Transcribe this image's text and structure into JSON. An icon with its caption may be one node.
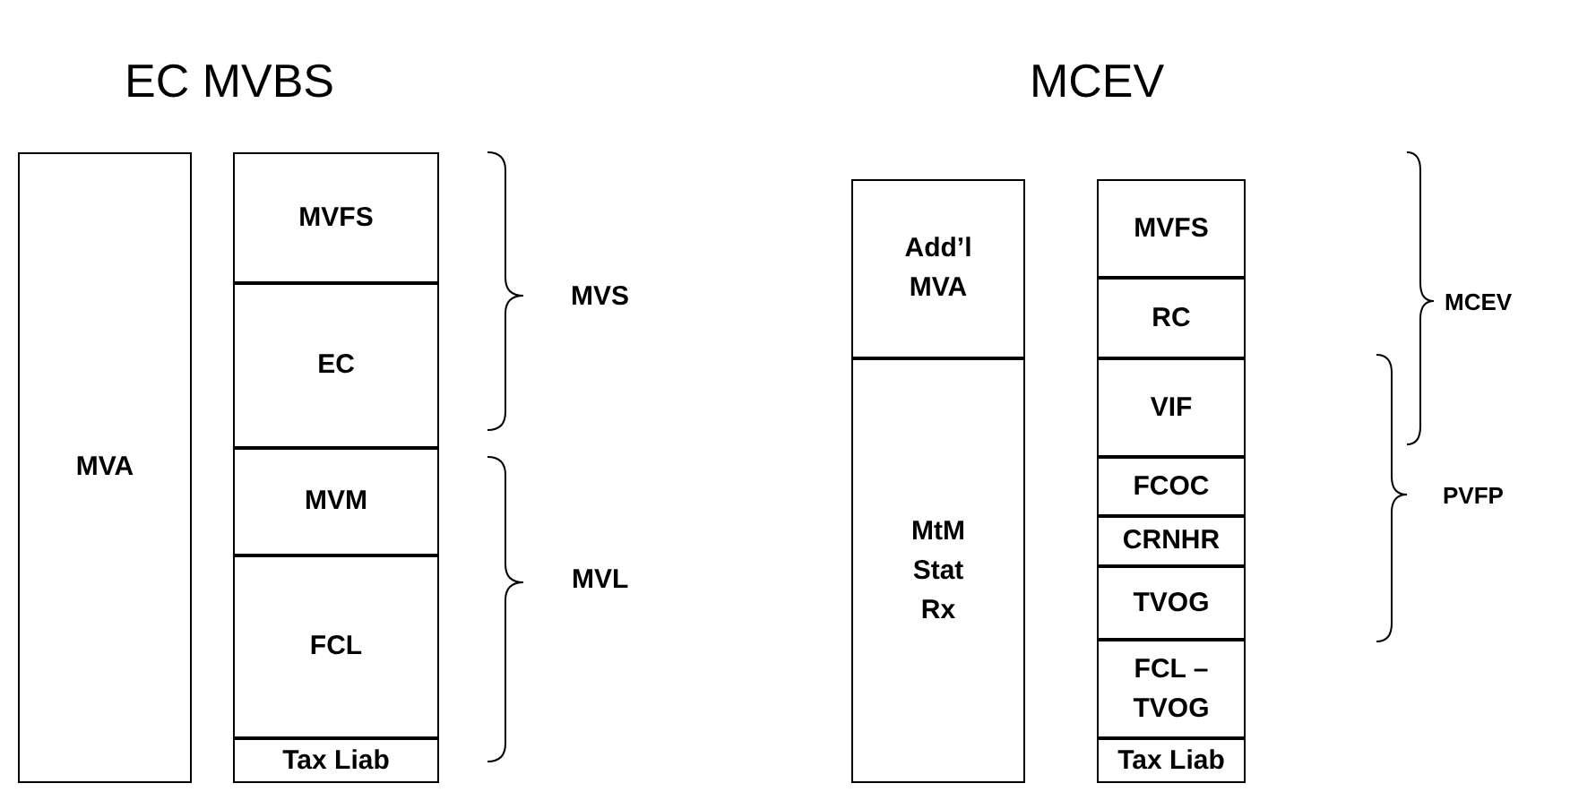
{
  "diagram": {
    "nodes": [
      {
        "text": [
          "MVA"
        ]
      },
      {
        "text": [
          "MVFS"
        ]
      },
      {
        "text": [
          "EC"
        ]
      },
      {
        "text": [
          "MVM"
        ]
      },
      {
        "text": [
          "FCL"
        ]
      },
      {
        "text": [
          "Tax Liab"
        ]
      },
      {
        "text": [
          "Add’l MVA"
        ]
      },
      {
        "text": [
          "MtM Stat Rx"
        ]
      },
      {
        "text": [
          "MVFS"
        ]
      },
      {
        "text": [
          "RC"
        ]
      },
      {
        "text": [
          "VIF"
        ]
      },
      {
        "text": [
          "FCOC"
        ]
      },
      {
        "text": [
          "CRNHR"
        ]
      },
      {
        "text": [
          "TVOG"
        ]
      },
      {
        "text": [
          "FCL – TVOG"
        ]
      },
      {
        "text": [
          "Tax Liab"
        ]
      }
    ],
    "edges": [],
    "labels": [
      "EC MVBS",
      "MCEV",
      "MVS",
      "MVL",
      "MCEV",
      "PVFP"
    ]
  }
}
